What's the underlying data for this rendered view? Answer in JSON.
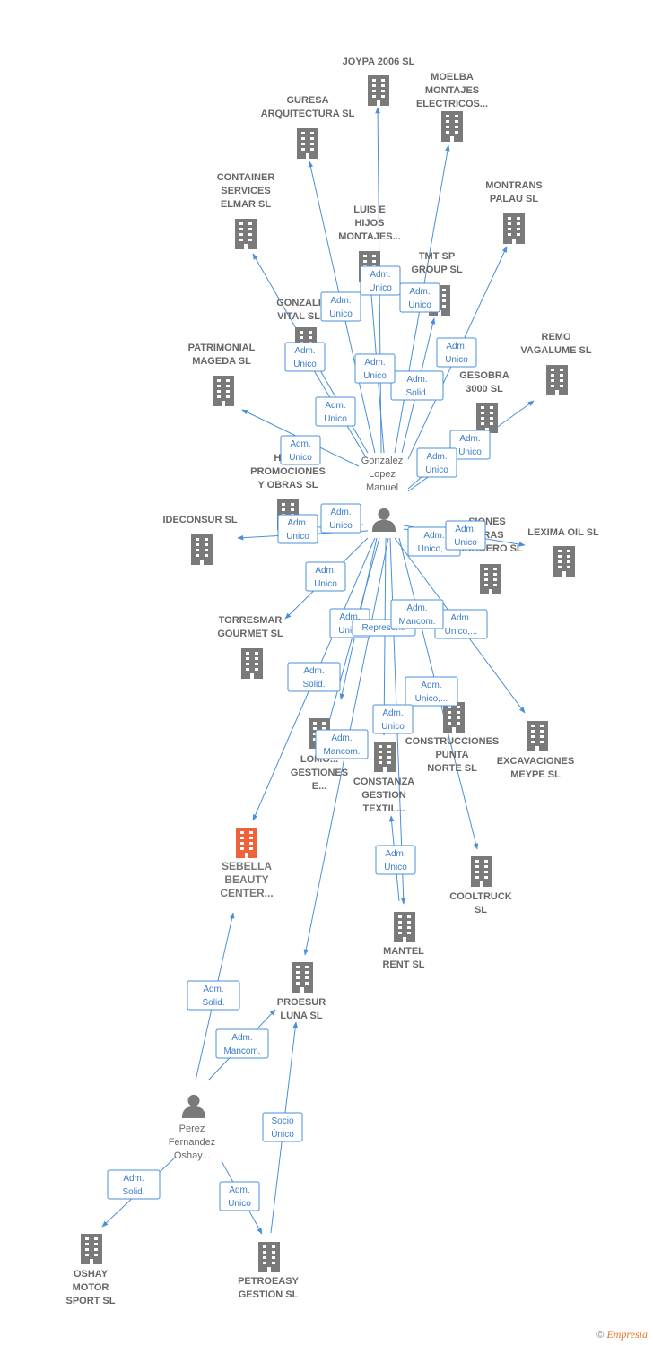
{
  "nodes": [
    {
      "id": "joypa",
      "kind": "company",
      "lines": [
        "JOYPA 2006 SL"
      ]
    },
    {
      "id": "moelba",
      "kind": "company",
      "lines": [
        "MOELBA",
        "MONTAJES",
        "ELECTRICOS..."
      ]
    },
    {
      "id": "guresa",
      "kind": "company",
      "lines": [
        "GURESA",
        "ARQUITECTURA SL"
      ]
    },
    {
      "id": "container",
      "kind": "company",
      "lines": [
        "CONTAINER",
        "SERVICES",
        "ELMAR  SL"
      ]
    },
    {
      "id": "montrans",
      "kind": "company",
      "lines": [
        "MONTRANS",
        "PALAU  SL"
      ]
    },
    {
      "id": "luise",
      "kind": "company",
      "lines": [
        "LUIS E",
        "HIJOS",
        "MONTAJES..."
      ]
    },
    {
      "id": "tmtsp",
      "kind": "company",
      "lines": [
        "TMT SP",
        "GROUP  SL"
      ]
    },
    {
      "id": "gonzali",
      "kind": "company",
      "lines": [
        "GONZALI",
        "VITAL SL"
      ]
    },
    {
      "id": "patrimonial",
      "kind": "company",
      "lines": [
        "PATRIMONIAL",
        "MAGEDA  SL"
      ]
    },
    {
      "id": "remo",
      "kind": "company",
      "lines": [
        "REMO",
        "VAGALUME SL"
      ]
    },
    {
      "id": "gesobra",
      "kind": "company",
      "lines": [
        "GESOBRA",
        "3000 SL"
      ]
    },
    {
      "id": "herr",
      "kind": "company",
      "lines": [
        "HERR",
        "PROMOCIONES",
        "Y OBRAS SL"
      ]
    },
    {
      "id": "ideconsur",
      "kind": "company",
      "lines": [
        "IDECONSUR SL"
      ]
    },
    {
      "id": "siones",
      "kind": "company",
      "lines": [
        "SIONES",
        "LERAS",
        "VARADERO SL"
      ]
    },
    {
      "id": "lexima",
      "kind": "company",
      "lines": [
        "LEXIMA OIL  SL"
      ]
    },
    {
      "id": "torresmar",
      "kind": "company",
      "lines": [
        "TORRESMAR",
        "GOURMET  SL"
      ]
    },
    {
      "id": "lomo",
      "kind": "company",
      "lines": [
        "LOMO...",
        "GESTIONES",
        "E..."
      ]
    },
    {
      "id": "constanza",
      "kind": "company",
      "lines": [
        "CONSTANZA",
        "GESTION",
        "TEXTIL..."
      ]
    },
    {
      "id": "construcciones",
      "kind": "company",
      "lines": [
        "CONSTRUCCIONES",
        "PUNTA",
        "NORTE SL"
      ]
    },
    {
      "id": "excavaciones",
      "kind": "company",
      "lines": [
        "EXCAVACIONES",
        "MEYPE SL"
      ]
    },
    {
      "id": "sebella",
      "kind": "company",
      "highlight": true,
      "lines": [
        "SEBELLA",
        "BEAUTY",
        "CENTER..."
      ]
    },
    {
      "id": "cooltruck",
      "kind": "company",
      "lines": [
        "COOLTRUCK",
        "SL"
      ]
    },
    {
      "id": "mantel",
      "kind": "company",
      "lines": [
        "MANTEL",
        "RENT  SL"
      ]
    },
    {
      "id": "proesur",
      "kind": "company",
      "lines": [
        "PROESUR",
        "LUNA SL"
      ]
    },
    {
      "id": "oshay",
      "kind": "company",
      "lines": [
        "OSHAY",
        "MOTOR",
        "SPORT  SL"
      ]
    },
    {
      "id": "petroeasy",
      "kind": "company",
      "lines": [
        "PETROEASY",
        "GESTION  SL"
      ]
    },
    {
      "id": "gonzalez",
      "kind": "person",
      "lines": [
        "Gonzalez",
        "Lopez",
        "Manuel"
      ]
    },
    {
      "id": "perez",
      "kind": "person",
      "lines": [
        "Perez",
        "Fernandez",
        "Oshay..."
      ]
    }
  ],
  "edges": [
    {
      "from": "gonzalez",
      "to": "joypa",
      "lines": [
        "Adm.",
        "Unico"
      ]
    },
    {
      "from": "gonzalez",
      "to": "moelba",
      "lines": [
        "Adm.",
        "Solid."
      ]
    },
    {
      "from": "gonzalez",
      "to": "guresa",
      "lines": [
        "Adm.",
        "Unico"
      ]
    },
    {
      "from": "gonzalez",
      "to": "container",
      "lines": [
        "Adm.",
        "Unico"
      ]
    },
    {
      "from": "gonzalez",
      "to": "montrans",
      "lines": [
        "Adm.",
        "Unico"
      ]
    },
    {
      "from": "gonzalez",
      "to": "luise",
      "lines": [
        "Adm.",
        "Unico"
      ]
    },
    {
      "from": "gonzalez",
      "to": "tmtsp",
      "lines": [
        "Adm.",
        "Unico"
      ]
    },
    {
      "from": "gonzalez",
      "to": "gonzali",
      "lines": [
        "Adm.",
        "Unico"
      ]
    },
    {
      "from": "gonzalez",
      "to": "patrimonial",
      "lines": [
        "Adm.",
        "Unico"
      ]
    },
    {
      "from": "gonzalez",
      "to": "remo",
      "lines": [
        "Adm.",
        "Unico"
      ]
    },
    {
      "from": "gonzalez",
      "to": "gesobra",
      "lines": [
        "Adm.",
        "Unico"
      ]
    },
    {
      "from": "gonzalez",
      "to": "herr",
      "lines": [
        "Adm.",
        "Unico"
      ]
    },
    {
      "from": "gonzalez",
      "to": "ideconsur",
      "lines": [
        "Adm.",
        "Unico"
      ]
    },
    {
      "from": "gonzalez",
      "to": "siones",
      "lines": [
        "Adm.",
        "Unico,..."
      ]
    },
    {
      "from": "gonzalez",
      "to": "lexima",
      "lines": [
        "Adm.",
        "Unico"
      ]
    },
    {
      "from": "gonzalez",
      "to": "torresmar",
      "lines": [
        "Adm.",
        "Unico"
      ]
    },
    {
      "from": "gonzalez",
      "to": "lomo",
      "lines": [
        "Adm.",
        "Unico"
      ]
    },
    {
      "from": "gonzalez",
      "to": "constanza",
      "lines": [
        "Adm.",
        "Mancom."
      ]
    },
    {
      "from": "gonzalez",
      "to": "construcciones",
      "lines": [
        "Represent."
      ]
    },
    {
      "from": "gonzalez",
      "to": "excavaciones",
      "lines": [
        "Adm.",
        "Unico,..."
      ]
    },
    {
      "from": "gonzalez",
      "to": "sebella",
      "lines": [
        "Adm.",
        "Solid."
      ]
    },
    {
      "from": "gonzalez",
      "to": "cooltruck",
      "lines": [
        "Adm.",
        "Unico,..."
      ]
    },
    {
      "from": "gonzalez",
      "to": "mantel",
      "lines": [
        "Adm.",
        "Unico"
      ]
    },
    {
      "from": "gonzalez",
      "to": "proesur",
      "lines": [
        "Adm.",
        "Mancom."
      ]
    },
    {
      "from": "perez",
      "to": "sebella",
      "lines": [
        "Adm.",
        "Solid."
      ]
    },
    {
      "from": "perez",
      "to": "proesur",
      "lines": [
        "Adm.",
        "Mancom."
      ]
    },
    {
      "from": "perez",
      "to": "oshay",
      "lines": [
        "Adm.",
        "Solid."
      ]
    },
    {
      "from": "perez",
      "to": "petroeasy",
      "lines": [
        "Adm.",
        "Unico"
      ]
    },
    {
      "from": "petroeasy",
      "to": "proesur",
      "lines": [
        "Socio",
        "Único"
      ]
    },
    {
      "from": "constanza",
      "to": "mantel",
      "lines": [
        "Adm.",
        "Unico"
      ]
    }
  ],
  "colors": {
    "edge": "#4a8fd8",
    "node": "#7a7a7a",
    "highlight": "#f0623a",
    "label": "#666666"
  },
  "footer": {
    "copyright": "©",
    "brand": "Empresia"
  }
}
